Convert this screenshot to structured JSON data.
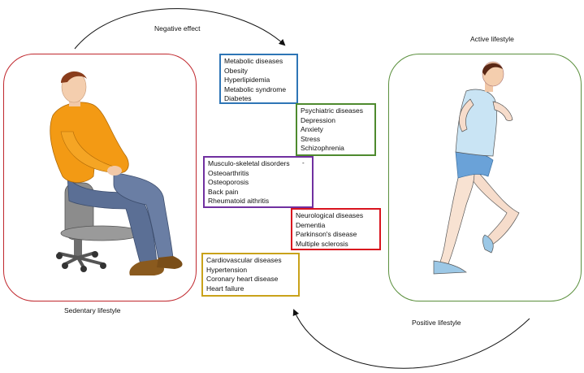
{
  "labels": {
    "negative_effect": "Negative effect",
    "positive_lifestyle": "Positive lifestyle",
    "active_lifestyle": "Active lifestyle",
    "sedentary_lifestyle": "Sedentary lifestyle"
  },
  "colors": {
    "sedentary_border": "#c0272d",
    "active_border": "#5a8f3c",
    "metabolic": "#2e75b6",
    "psychiatric": "#4e8a2e",
    "musculo": "#7030a0",
    "neurological": "#d9141e",
    "cardiovascular": "#c9a21a"
  },
  "boxes": {
    "metabolic": {
      "title": "Metabolic diseases",
      "items": [
        "Obesity",
        "Hyperlipidemia",
        "Metabolic syndrome",
        "Diabetes"
      ]
    },
    "psychiatric": {
      "title": "Psychiatric diseases",
      "items": [
        "Depression",
        "Anxiety",
        "Stress",
        "Schizophrenia"
      ]
    },
    "musculo": {
      "title": "Musculo-skeletal disorders",
      "items": [
        "Osteoarthritis",
        "Osteoporosis",
        "Back pain",
        "Rheumatoid aithritis"
      ]
    },
    "neurological": {
      "title": "Neurological diseases",
      "items": [
        "Dementia",
        "Parkinson's disease",
        "Multiple sclerosis"
      ]
    },
    "cardiovascular": {
      "title": "Cardiovascular diseases",
      "items": [
        "Hypertension",
        "Coronary heart disease",
        "Heart failure"
      ]
    }
  },
  "stray_mark": "-"
}
